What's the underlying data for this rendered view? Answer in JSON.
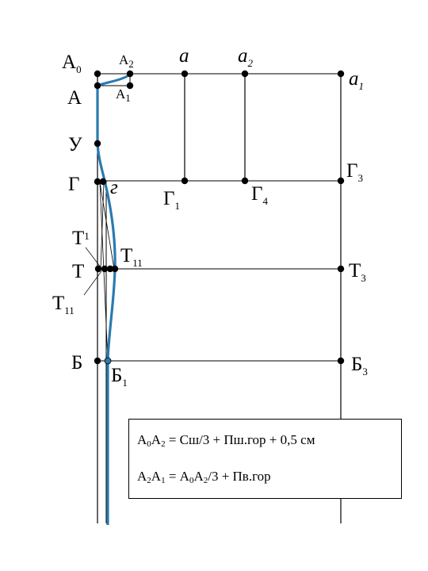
{
  "labels": {
    "A0": {
      "base": "А",
      "sub": "0"
    },
    "A2": {
      "base": "А",
      "sub": "2"
    },
    "A": {
      "base": "А"
    },
    "A1": {
      "base": "А",
      "sub": "1"
    },
    "a": {
      "base": "a"
    },
    "a2": {
      "base": "a",
      "sub": "2"
    },
    "a1": {
      "base": "a",
      "sub": "1"
    },
    "U": {
      "base": "У"
    },
    "G": {
      "base": "Г"
    },
    "g": {
      "base": "г"
    },
    "G1": {
      "base": "Г",
      "sub": "1"
    },
    "G4": {
      "base": "Г",
      "sub": "4"
    },
    "G3": {
      "base": "Г",
      "sub": "3"
    },
    "T1": {
      "base": "Т",
      "sub": "1"
    },
    "T": {
      "base": "Т"
    },
    "T11left": {
      "base": "Т",
      "sub": "11"
    },
    "T11": {
      "base": "Т",
      "sub": "11"
    },
    "T3": {
      "base": "Т",
      "sub": "3"
    },
    "B": {
      "base": "Б"
    },
    "B1": {
      "base": "Б",
      "sub": "1"
    },
    "B3": {
      "base": "Б",
      "sub": "3"
    }
  },
  "formulas": {
    "line1": {
      "p1": "А",
      "s1": "0",
      "p2": "А",
      "s2": "2",
      "rest": " = Сш/3 + Пш.гор + 0,5 см"
    },
    "line2": {
      "p1": "А",
      "s1": "2",
      "p2": "А",
      "s2": "1",
      "mid": " = А",
      "s3": "0",
      "p4": "А",
      "s4": "2",
      "rest": "/3 + Пв.гор"
    }
  },
  "colors": {
    "line": "#000000",
    "curve": "#2a7ab0"
  }
}
